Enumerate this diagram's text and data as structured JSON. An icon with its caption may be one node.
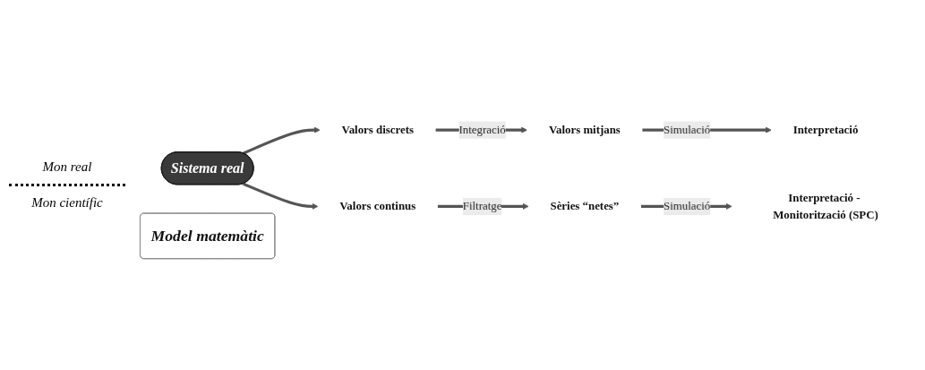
{
  "diagram": {
    "nodes": [
      {
        "text": [
          "Sistema real"
        ]
      },
      {
        "text": [
          "Valors discrets"
        ]
      },
      {
        "text": [
          "Valors mitjans"
        ]
      },
      {
        "text": [
          "Interpretació"
        ]
      },
      {
        "text": [
          "Model matemàtic"
        ]
      },
      {
        "text": [
          "Valors continus"
        ]
      },
      {
        "text": [
          "Sèries “netes”"
        ]
      },
      {
        "text": [
          "Interpretació - Monitorització (SPC)"
        ]
      }
    ],
    "edges": [
      {
        "from": 0,
        "to": 1,
        "arrow": "to"
      },
      {
        "from": 1,
        "to": 2,
        "arrow": "to",
        "label": "Integració"
      },
      {
        "from": 2,
        "to": 3,
        "arrow": "to",
        "label": "Simulació"
      },
      {
        "from": 0,
        "to": 5,
        "arrow": "to"
      },
      {
        "from": 5,
        "to": 6,
        "arrow": "to",
        "label": "Filtratge"
      },
      {
        "from": 6,
        "to": 7,
        "arrow": "to",
        "label": "Simulació"
      }
    ],
    "labels": [
      "Mon real",
      "Mon científic"
    ]
  }
}
